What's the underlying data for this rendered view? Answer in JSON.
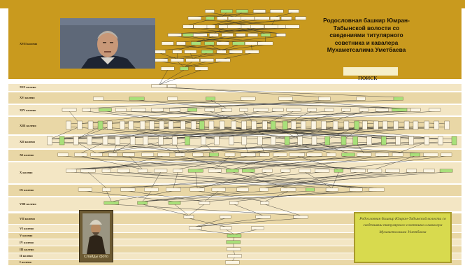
{
  "title": "Родословная башкир Юмран-Табынской волости со сведениями титулярного советника и кавалера Мухаметсалима Уметбаева",
  "search": {
    "label": "поиск",
    "placeholder": ""
  },
  "slides": {
    "label": "Слайды фото"
  },
  "handwritten_note": "Родословная башкир Юмран-Табынской волости со сведениями титулярного советника и кавалера Мухаметсалима Уметбаева",
  "generations": [
    {
      "label": "XVII колено"
    },
    {
      "label": "XVI колено"
    },
    {
      "label": "XV колено"
    },
    {
      "label": "XIV колено"
    },
    {
      "label": "XIII колено"
    },
    {
      "label": "XII колено"
    },
    {
      "label": "XI колено"
    },
    {
      "label": "X колено"
    },
    {
      "label": "IX колено"
    },
    {
      "label": "VIII колено"
    },
    {
      "label": "VII колено"
    },
    {
      "label": "VI колено"
    },
    {
      "label": "V колено"
    },
    {
      "label": "IV колено"
    },
    {
      "label": "III колено"
    },
    {
      "label": "II колено"
    },
    {
      "label": "I колено"
    }
  ],
  "colors": {
    "band_dark": "#c99a1e",
    "band_light": "#f3e6c4",
    "node_fill": "#fbf5e4",
    "node_highlight": "#a8e07a",
    "edge": "#2a2a2a",
    "note_panel": "#d8da4e"
  }
}
